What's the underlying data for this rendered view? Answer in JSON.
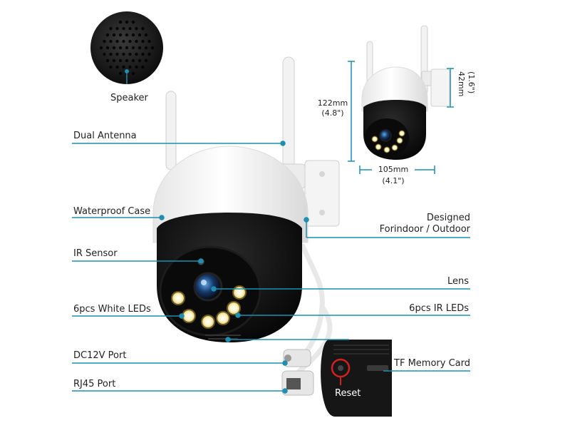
{
  "callouts": {
    "speaker": "Speaker",
    "dual_antenna": "Dual Antenna",
    "waterproof_case": "Waterproof Case",
    "ir_sensor": "IR Sensor",
    "white_leds": "6pcs White LEDs",
    "dc12v_port": "DC12V Port",
    "rj45_port": "RJ45 Port",
    "designed_line1": "Designed",
    "designed_line2": "Forindoor / Outdoor",
    "lens": "Lens",
    "ir_leds": "6pcs IR LEDs",
    "tf_card": "TF Memory Card",
    "reset": "Reset"
  },
  "dimensions": {
    "height_mm": "122mm",
    "height_in": "(4.8\")",
    "width_mm": "105mm",
    "width_in": "(4.1\")",
    "depth_mm": "42mm",
    "depth_in": "(1.6\")"
  },
  "colors": {
    "accent": "#1e8fb0",
    "shell": "#f4f4f4",
    "body_dark": "#111111",
    "led_white": "#fff6c8",
    "reset_ring": "#d32020"
  }
}
